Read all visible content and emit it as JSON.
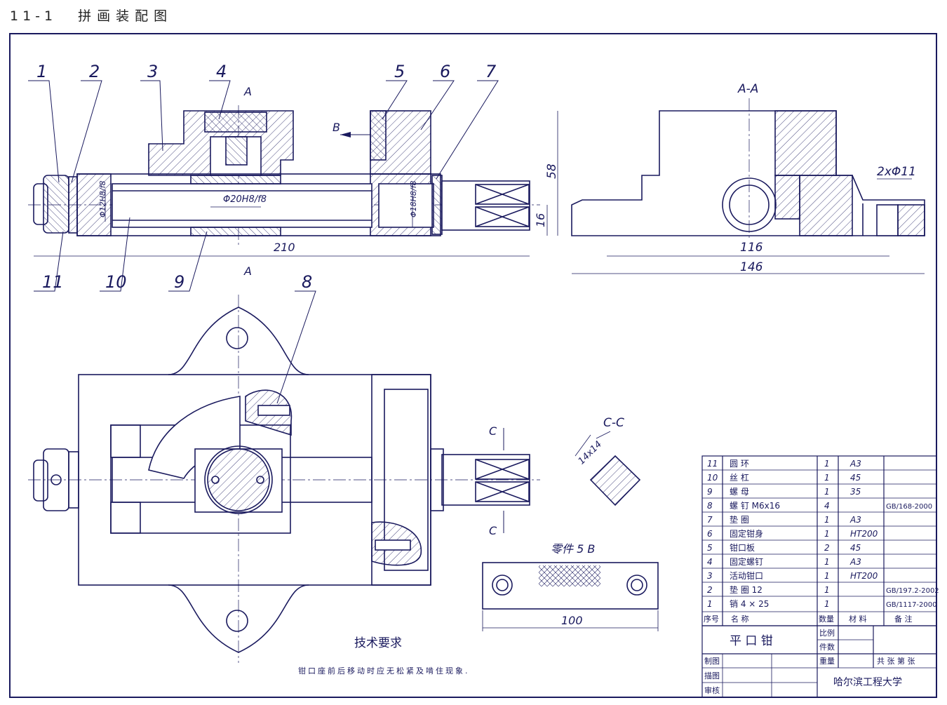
{
  "header": {
    "number": "11-1",
    "title": "拼画装配图"
  },
  "part_labels": [
    "1",
    "2",
    "3",
    "4",
    "5",
    "6",
    "7",
    "8",
    "9",
    "10",
    "11"
  ],
  "views": {
    "section_a_top": "A",
    "section_a_bottom": "A",
    "section_aa": "A-A",
    "arrow_b": "B",
    "section_c_top": "C",
    "section_c_bottom": "C",
    "section_cc": "C-C",
    "part5_view": "零件 5 B"
  },
  "dimensions": {
    "d210": "210",
    "d16": "16",
    "d58": "58",
    "d116": "116",
    "d146": "146",
    "d100": "100",
    "holes": "2xΦ11",
    "phi20": "Φ20H8/f8",
    "phi12": "Φ12H8/f8",
    "phi18": "Φ18H8/f8",
    "square": "14x14"
  },
  "notes": {
    "heading": "技术要求",
    "text": "钳口座前后移动时应无松紧及啃住现象."
  },
  "bom": {
    "rows": [
      {
        "no": "11",
        "name": "圆  环",
        "qty": "1",
        "material": "A3",
        "remark": ""
      },
      {
        "no": "10",
        "name": "丝  杠",
        "qty": "1",
        "material": "45",
        "remark": ""
      },
      {
        "no": "9",
        "name": "螺  母",
        "qty": "1",
        "material": "35",
        "remark": ""
      },
      {
        "no": "8",
        "name": "螺  钉  M6x16",
        "qty": "4",
        "material": "",
        "remark": "GB/168-2000"
      },
      {
        "no": "7",
        "name": "垫  圈",
        "qty": "1",
        "material": "A3",
        "remark": ""
      },
      {
        "no": "6",
        "name": "固定钳身",
        "qty": "1",
        "material": "HT200",
        "remark": ""
      },
      {
        "no": "5",
        "name": "钳口板",
        "qty": "2",
        "material": "45",
        "remark": ""
      },
      {
        "no": "4",
        "name": "固定螺钉",
        "qty": "1",
        "material": "A3",
        "remark": ""
      },
      {
        "no": "3",
        "name": "活动钳口",
        "qty": "1",
        "material": "HT200",
        "remark": ""
      },
      {
        "no": "2",
        "name": "垫  圈  12",
        "qty": "1",
        "material": "",
        "remark": "GB/197.2-2002"
      },
      {
        "no": "1",
        "name": "销  4 × 25",
        "qty": "1",
        "material": "",
        "remark": "GB/1117-2000"
      }
    ],
    "header": {
      "no": "序号",
      "name": "名       称",
      "qty": "数量",
      "material": "材   料",
      "remark": "备   注"
    }
  },
  "title_block": {
    "name": "平  口  钳",
    "scale_label": "比例",
    "count_label": "件数",
    "weight_label": "重量",
    "sheets": "共  张   第  张",
    "draw_label": "制图",
    "trace_label": "描图",
    "check_label": "审核",
    "school": "哈尔滨工程大学"
  }
}
